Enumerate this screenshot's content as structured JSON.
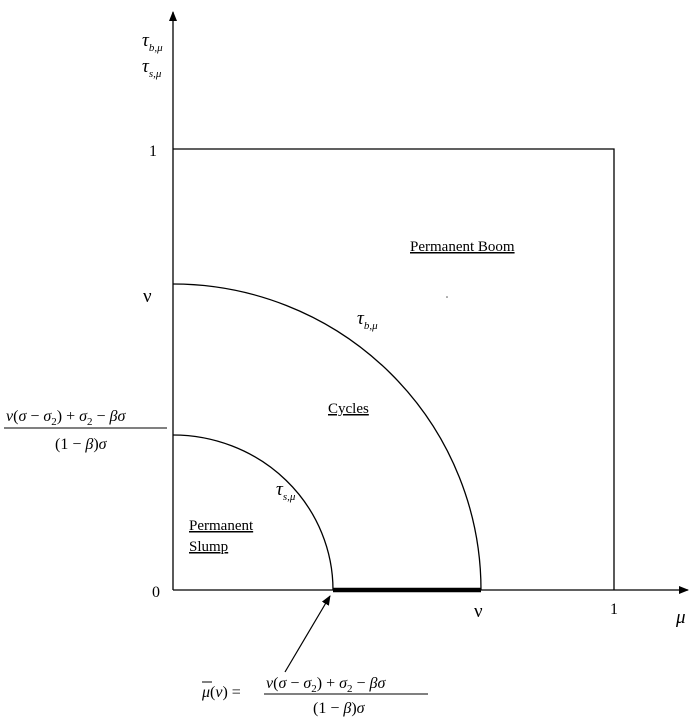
{
  "axes": {
    "y_label_line1": {
      "sym": "τ",
      "sub": "b,μ"
    },
    "y_label_line2": {
      "sym": "τ",
      "sub": "s,μ"
    },
    "x_label": "μ",
    "tick_one_y": "1",
    "tick_nu_y": "ν",
    "tick_zero": "0",
    "tick_nu_x": "ν",
    "tick_one_x": "1"
  },
  "y_intercept_formula": {
    "numerator": {
      "nu": "ν",
      "open1": "(",
      "sigma1": "σ",
      "minus": " − ",
      "sigma2": "σ",
      "sub2": "2",
      "close1": ")",
      "plus": " + ",
      "sigma3": "σ",
      "sub3": "2",
      "minus2": " − ",
      "beta": "β",
      "sigma4": "σ"
    },
    "denominator": {
      "open": "(1 − ",
      "beta": "β",
      "close": ")",
      "sigma": "σ"
    }
  },
  "curves": {
    "boom_label": {
      "sym": "τ",
      "sub": "b,μ"
    },
    "slump_label": {
      "sym": "τ",
      "sub": "s,μ"
    }
  },
  "regions": {
    "boom": "Permanent Boom",
    "cycles": "Cycles",
    "slump_line1": "Permanent",
    "slump_line2": "Slump"
  },
  "mu_bar_formula": {
    "lhs": {
      "mu": "μ",
      "open": "(",
      "nu": "ν",
      "close": ")",
      "eq": " = "
    },
    "numerator": {
      "nu": "ν",
      "open1": "(",
      "sigma1": "σ",
      "minus": " − ",
      "sigma2": "σ",
      "sub2": "2",
      "close1": ")",
      "plus": " + ",
      "sigma3": "σ",
      "sub3": "2",
      "minus2": " − ",
      "beta": "β",
      "sigma4": "σ"
    },
    "denominator": {
      "open": "(1 − ",
      "beta": "β",
      "close": ")",
      "sigma": "σ"
    }
  }
}
